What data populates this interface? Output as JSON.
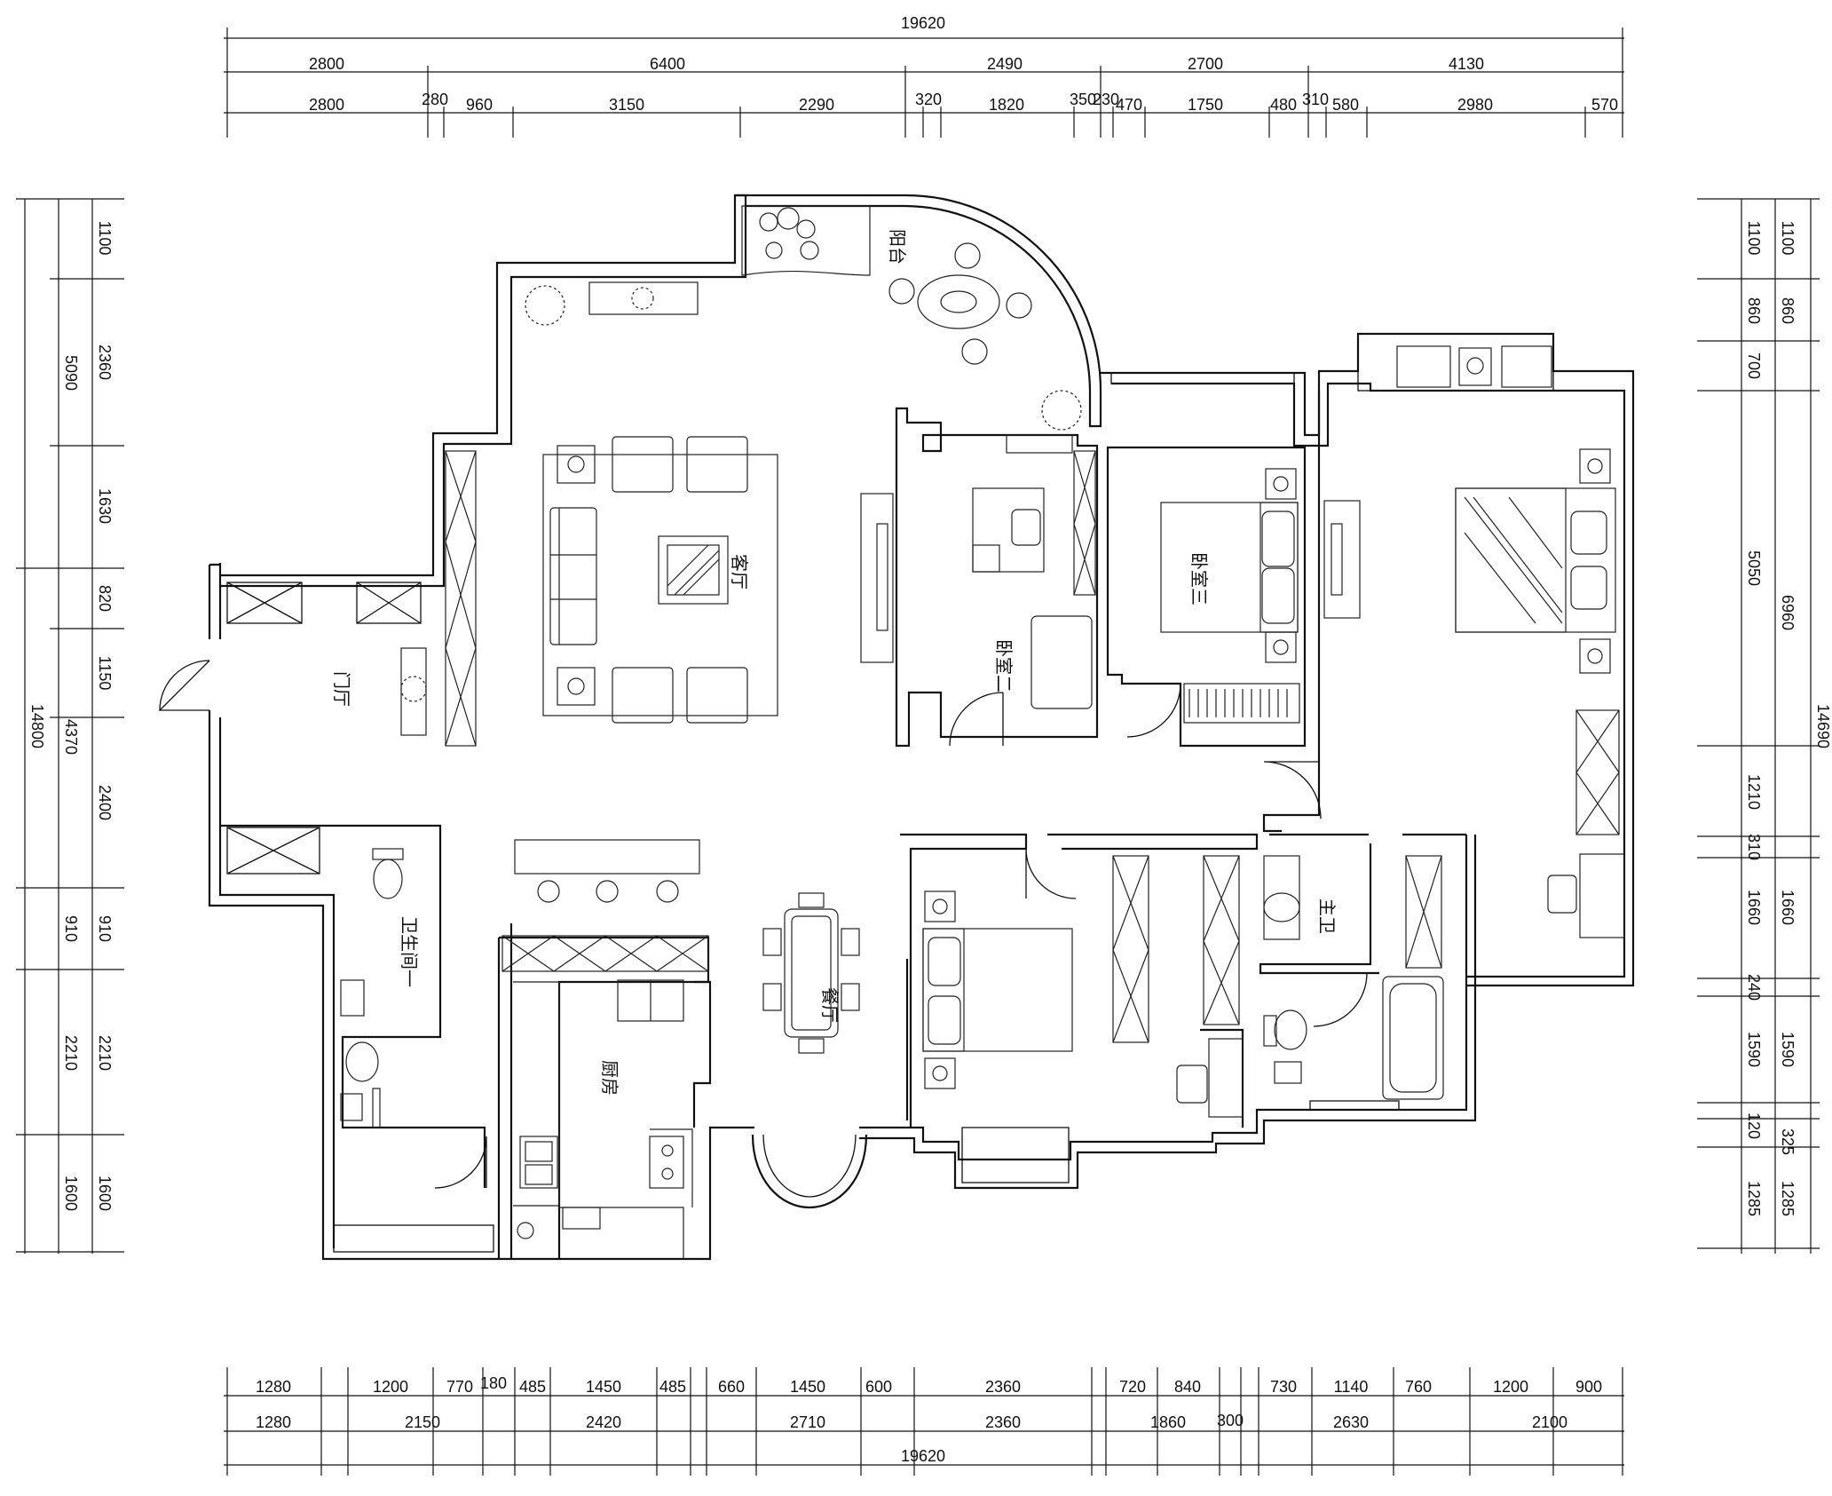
{
  "total_width": "19620",
  "top_dims": {
    "row1": [
      "2800",
      "6400",
      "2490",
      "2700",
      "4130"
    ],
    "row2": [
      "2800",
      "280",
      "960",
      "3150",
      "2290",
      "320",
      "1820",
      "350",
      "230",
      "470",
      "1750",
      "480",
      "310",
      "580",
      "2980",
      "570"
    ]
  },
  "bottom_dims": {
    "row1": [
      "1280",
      "1200",
      "770",
      "180",
      "485",
      "1450",
      "485",
      "660",
      "1450",
      "600",
      "2360",
      "720",
      "840",
      "300",
      "730",
      "1140",
      "760",
      "1200",
      "900"
    ],
    "row2": [
      "1280",
      "2150",
      "2420",
      "2710",
      "2360",
      "1860",
      "2630",
      "2100"
    ]
  },
  "left_dims": {
    "total": "14800",
    "outer": [
      "5090",
      "4370",
      "910",
      "2210",
      "1600"
    ],
    "inner": [
      "1100",
      "2360",
      "1630",
      "820",
      "1150",
      "2400"
    ]
  },
  "right_dims": {
    "total": "14690",
    "outer": [
      "1100",
      "860",
      "6960",
      "1660",
      "1590",
      "325",
      "1285"
    ],
    "inner": [
      "1100",
      "860",
      "700",
      "5050",
      "1210",
      "310",
      "240",
      "120"
    ]
  },
  "rooms": {
    "balcony": "阳台",
    "living": "客厅",
    "entry": "门厅",
    "bedroom2": "卧室二",
    "bedroom3": "卧室三",
    "bath1": "卫生间一",
    "kitchen": "厨房",
    "dining": "餐厅",
    "master_bath": "主卫"
  }
}
